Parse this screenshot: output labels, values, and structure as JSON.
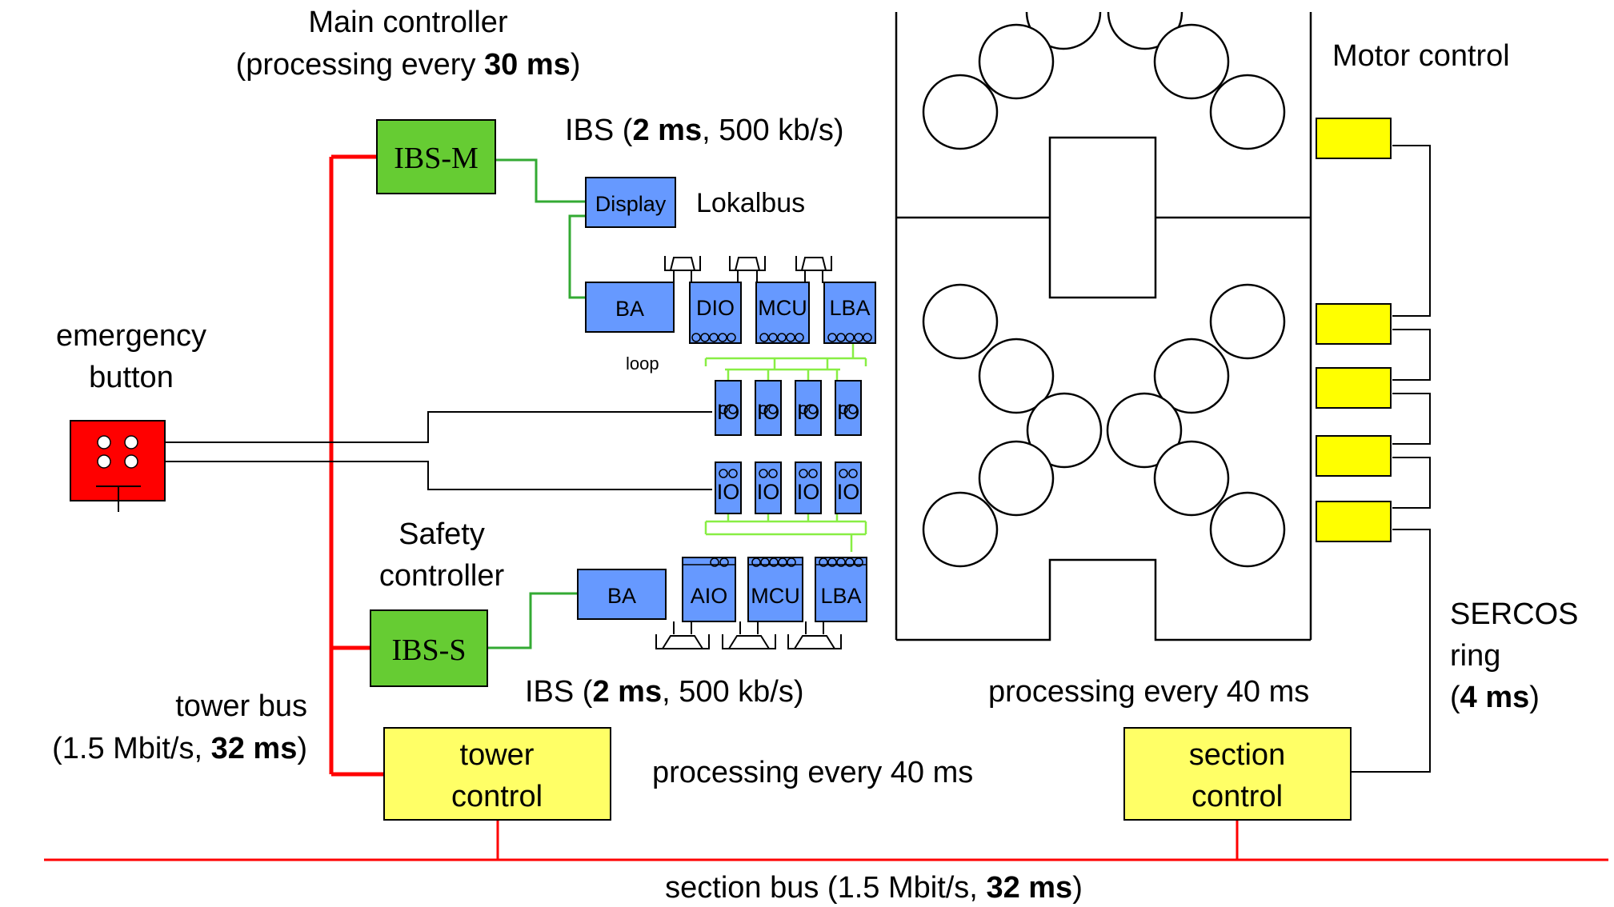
{
  "labels": {
    "main_controller_line1": "Main controller",
    "main_controller_pre": "(processing every ",
    "main_controller_bold": "30 ms",
    "main_controller_post": ")",
    "ibs_top_pre": "IBS (",
    "ibs_top_bold": "2 ms",
    "ibs_top_post": ", 500 kb/s)",
    "lokalbus": "Lokalbus",
    "emergency_line1": "emergency",
    "emergency_line2": "button",
    "loop": "loop",
    "safety_line1": "Safety",
    "safety_line2": "controller",
    "ibs_bottom_pre": "IBS (",
    "ibs_bottom_bold": "2 ms",
    "ibs_bottom_post": ", 500 kb/s)",
    "tower_bus_line1": "tower bus",
    "tower_bus_pre": "(1.5 Mbit/s, ",
    "tower_bus_bold": "32 ms",
    "tower_bus_post": ")",
    "processing_tower": "processing every 40 ms",
    "processing_section": "processing every 40 ms",
    "motor_control": "Motor control",
    "sercos_line1": "SERCOS",
    "sercos_line2": "ring",
    "sercos_pre": "(",
    "sercos_bold": "4 ms",
    "sercos_post": ")",
    "section_bus_pre": "section bus (1.5 Mbit/s, ",
    "section_bus_bold": "32 ms",
    "section_bus_post": ")"
  },
  "boxes": {
    "ibs_m": "IBS-M",
    "ibs_s": "IBS-S",
    "display": "Display",
    "ba_top": "BA",
    "dio": "DIO",
    "mcu_top": "MCU",
    "lba_top": "LBA",
    "io": "IO",
    "ba_bottom": "BA",
    "aio": "AIO",
    "mcu_bottom": "MCU",
    "lba_bottom": "LBA",
    "tower_control_line1": "tower",
    "tower_control_line2": "control",
    "section_control_line1": "section",
    "section_control_line2": "control"
  },
  "colors": {
    "controller_green": "#66cc33",
    "module_blue": "#6699ff",
    "control_yellow": "#ffff66",
    "motor_yellow": "#ffff00",
    "emergency_red": "#ff0000",
    "bus_red": "#ff0000",
    "link_green": "#33aa33",
    "loop_green": "#88ee44"
  }
}
